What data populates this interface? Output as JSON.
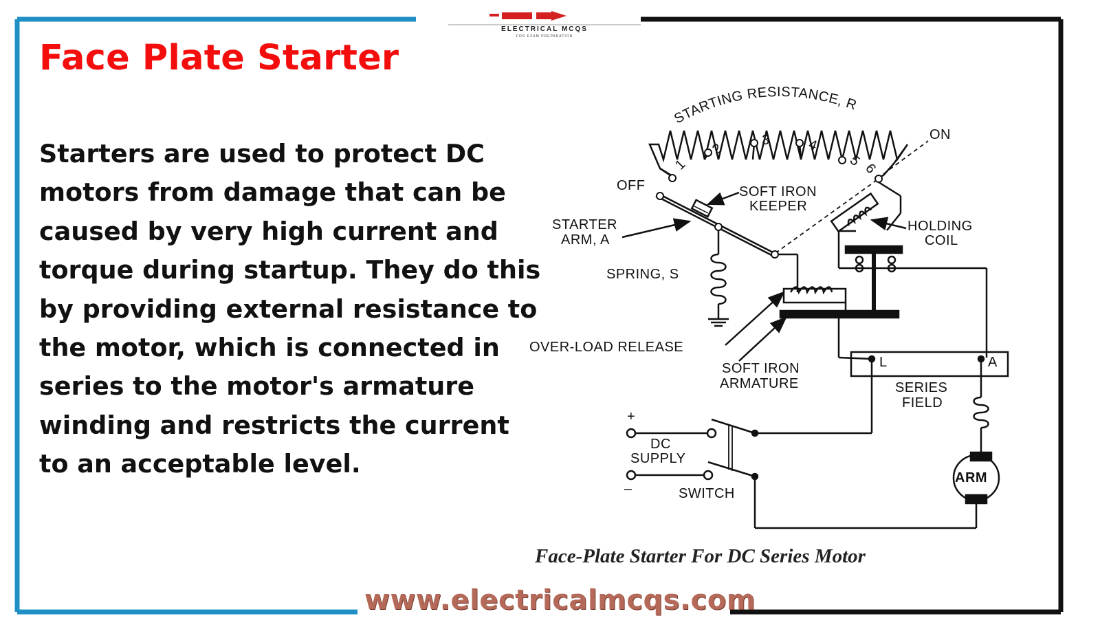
{
  "title": "Face Plate Starter",
  "paragraph_lines": [
    "Starters are used to protect DC",
    "motors from damage that can be",
    "caused by very high current and",
    "torque during startup. They do this",
    "by providing external resistance to",
    "the motor, which is connected in",
    "series to the motor's armature",
    "winding and restricts the current",
    "to an acceptable level."
  ],
  "logo": {
    "text": "ELECTRICAL MCQS",
    "subtext": "FOR EXAM PREPARATION"
  },
  "website": "www.electricalmcqs.com",
  "diagram": {
    "resistance_label": "STARTING RESISTANCE, R",
    "studs": [
      "1",
      "2",
      "3",
      "4",
      "5",
      "6"
    ],
    "on_label": "ON",
    "off_label": "OFF",
    "keeper_label_1": "SOFT IRON",
    "keeper_label_2": "KEEPER",
    "starter_arm_1": "STARTER",
    "starter_arm_2": "ARM, A",
    "holding_coil_1": "HOLDING",
    "holding_coil_2": "COIL",
    "spring_label": "SPRING, S",
    "overload_label": "OVER-LOAD RELEASE",
    "armature_label_1": "SOFT IRON",
    "armature_label_2": "ARMATURE",
    "terminal_l": "L",
    "terminal_a": "A",
    "series_field_1": "SERIES",
    "series_field_2": "FIELD",
    "plus": "+",
    "minus": "–",
    "dc_supply_1": "DC",
    "dc_supply_2": "SUPPLY",
    "switch_label": "SWITCH",
    "arm_label": "ARM",
    "caption": "Face-Plate Starter For DC Series Motor"
  },
  "colors": {
    "title": "#f40d0d",
    "frame_left": "#1f8fc4",
    "frame_right": "#111111",
    "website": "#b56a59"
  }
}
